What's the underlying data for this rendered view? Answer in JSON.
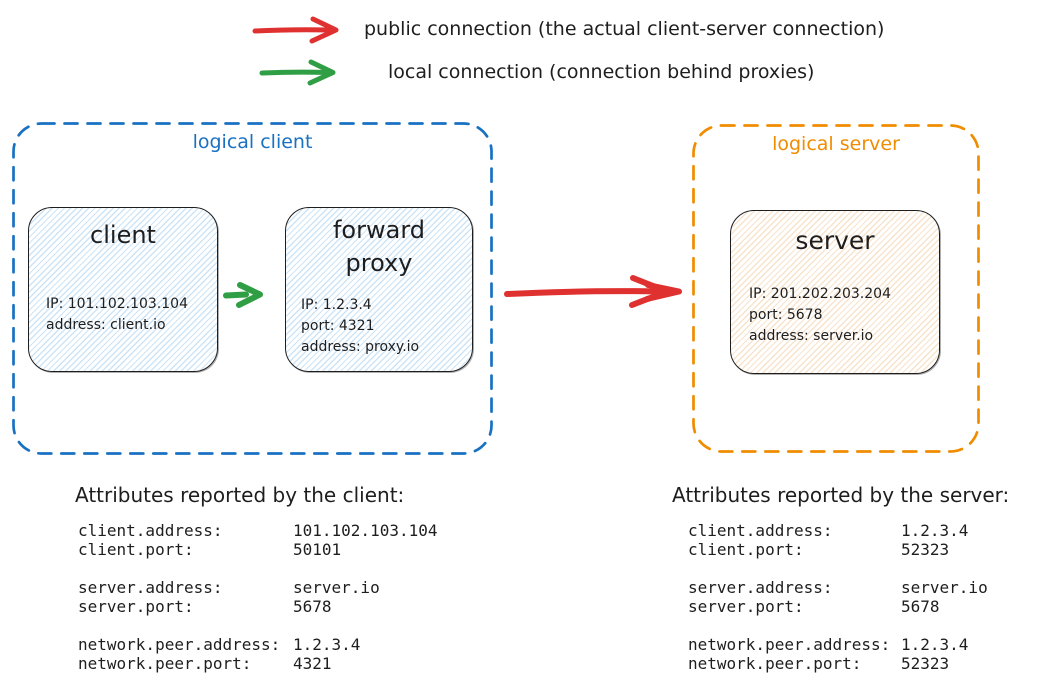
{
  "colors": {
    "public_connection_red": "#e03131",
    "local_connection_green": "#2f9e44",
    "logical_client_blue": "#1971c2",
    "logical_server_orange": "#f08c00",
    "ink": "#1e1e1e",
    "client_fill_hatch": "#cde4f7",
    "server_fill_hatch": "#f8e3cc"
  },
  "legend": {
    "public_label": "public connection (the actual client-server connection)",
    "local_label": "local connection (connection behind proxies)"
  },
  "logical_client": {
    "label": "logical client",
    "client_node": {
      "title": "client",
      "lines": [
        "IP: 101.102.103.104",
        "address: client.io"
      ]
    },
    "proxy_node": {
      "title_lines": [
        "forward",
        "proxy"
      ],
      "lines": [
        "IP: 1.2.3.4",
        "port: 4321",
        "address: proxy.io"
      ]
    }
  },
  "logical_server": {
    "label": "logical server",
    "server_node": {
      "title": "server",
      "lines": [
        "IP: 201.202.203.204",
        "port: 5678",
        "address: server.io"
      ]
    }
  },
  "client_report": {
    "title": "Attributes reported by the client:",
    "groups": [
      {
        "rows": [
          {
            "key": "client.address:",
            "value": "101.102.103.104"
          },
          {
            "key": "client.port:",
            "value": "50101"
          }
        ]
      },
      {
        "rows": [
          {
            "key": "server.address:",
            "value": "server.io"
          },
          {
            "key": "server.port:",
            "value": "5678"
          }
        ]
      },
      {
        "rows": [
          {
            "key": "network.peer.address:",
            "value": "1.2.3.4"
          },
          {
            "key": "network.peer.port:",
            "value": "4321"
          }
        ]
      }
    ]
  },
  "server_report": {
    "title": "Attributes reported by the server:",
    "groups": [
      {
        "rows": [
          {
            "key": "client.address:",
            "value": "1.2.3.4"
          },
          {
            "key": "client.port:",
            "value": "52323"
          }
        ]
      },
      {
        "rows": [
          {
            "key": "server.address:",
            "value": "server.io"
          },
          {
            "key": "server.port:",
            "value": "5678"
          }
        ]
      },
      {
        "rows": [
          {
            "key": "network.peer.address:",
            "value": "1.2.3.4"
          },
          {
            "key": "network.peer.port:",
            "value": "52323"
          }
        ]
      }
    ]
  }
}
